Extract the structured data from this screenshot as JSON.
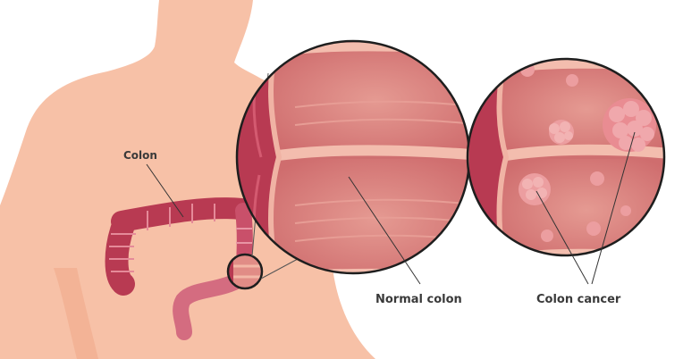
{
  "labels": {
    "colon": "Colon",
    "normal_colon": "Normal colon",
    "colon_cancer": "Colon cancer"
  },
  "colors": {
    "skin": "#f7c1a7",
    "colon_wall": "#b83a52",
    "colon_inner": "#d77a78",
    "mucosa_light": "#f2b8a8",
    "tumor": "#ec9ea0",
    "outline": "#1e1e1e"
  }
}
